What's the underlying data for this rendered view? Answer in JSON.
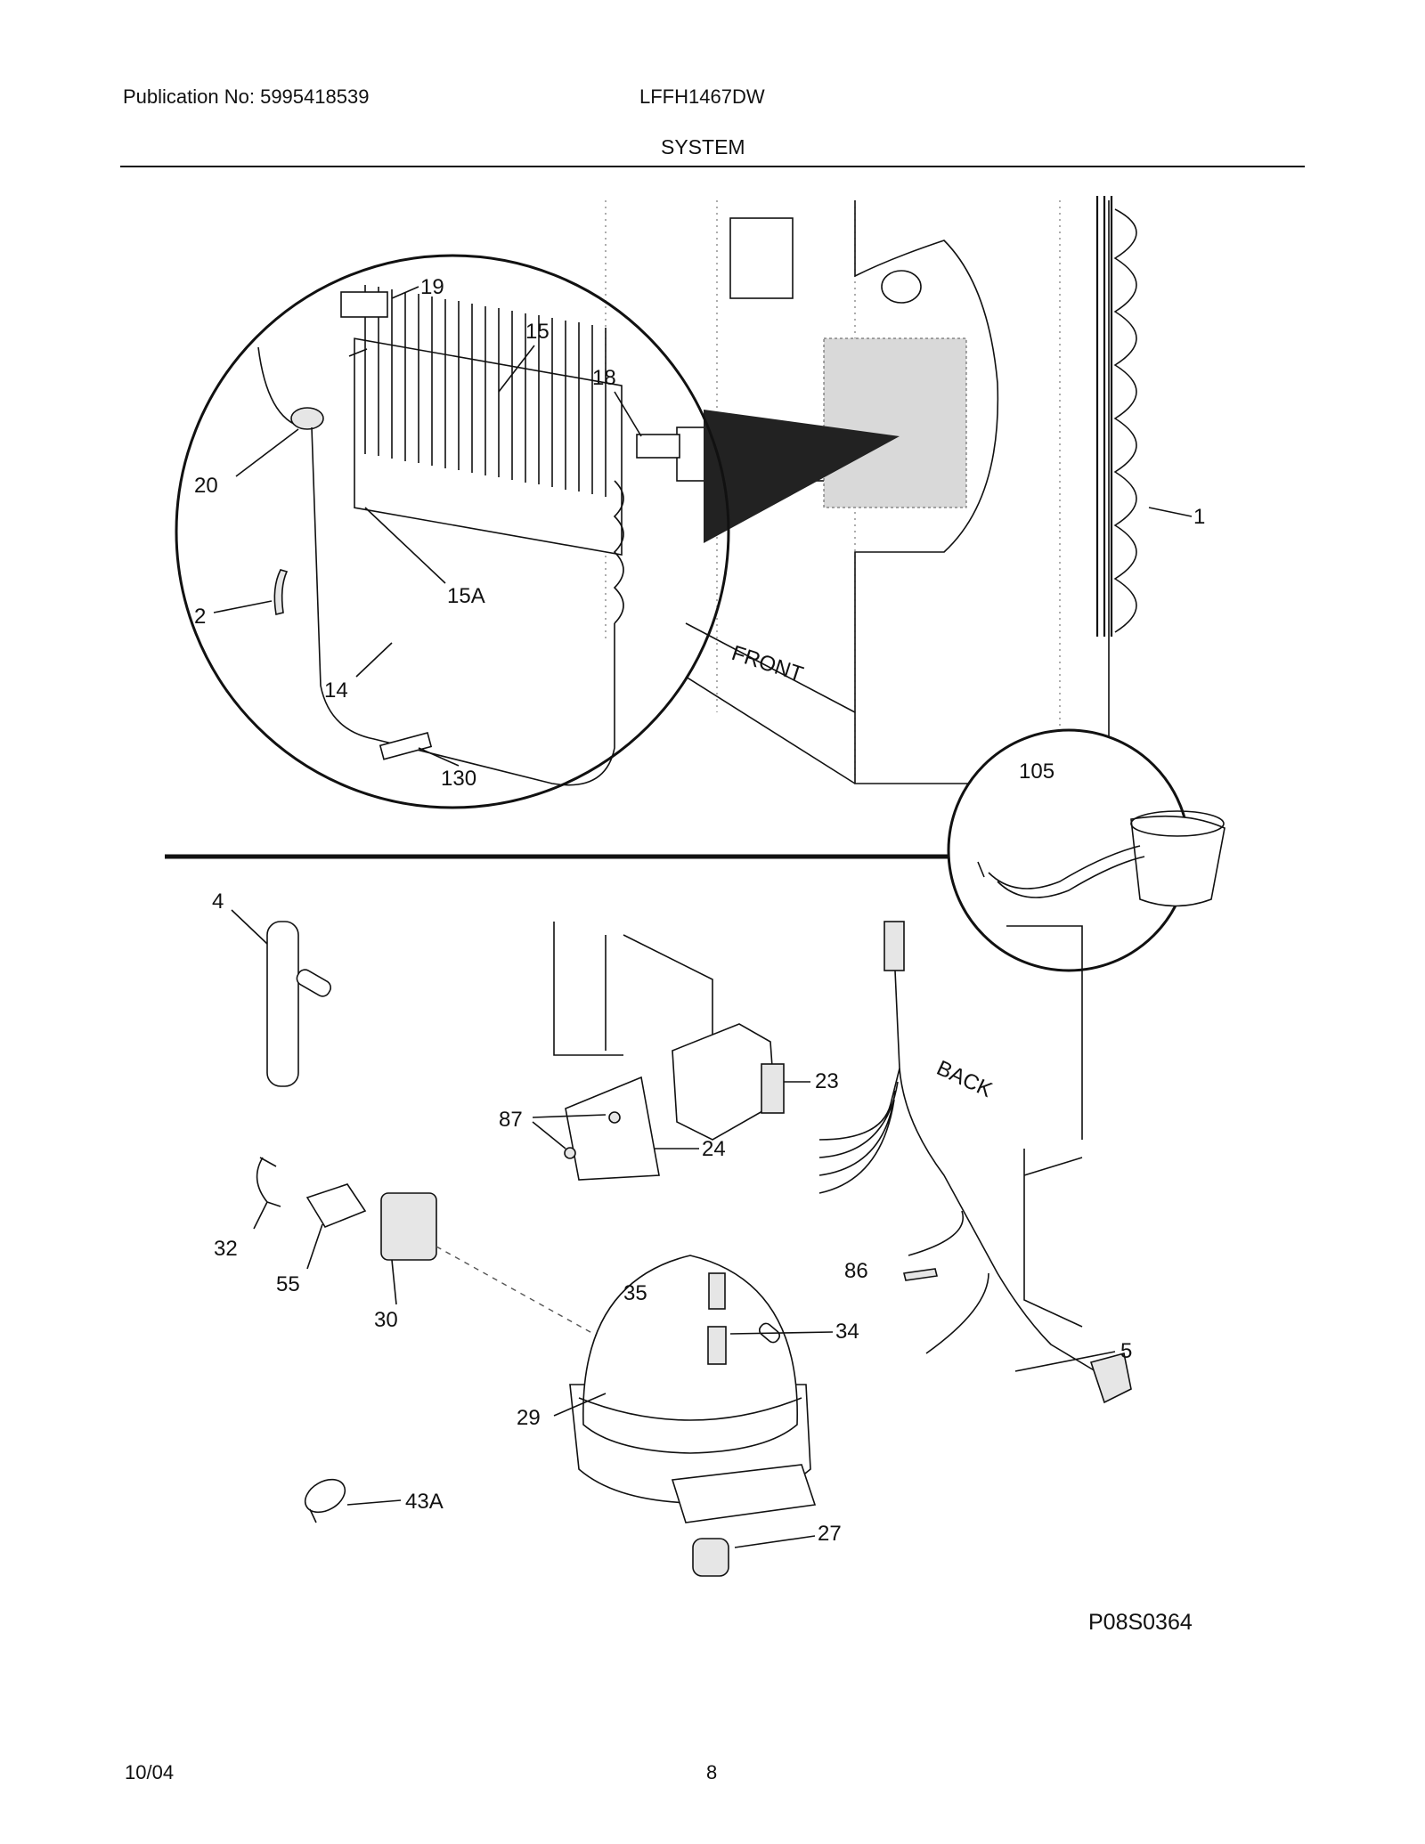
{
  "header": {
    "publication": "Publication No: 5995418539",
    "model": "LFFH1467DW",
    "section": "SYSTEM"
  },
  "callouts": {
    "c1": "1",
    "c2": "2",
    "c4": "4",
    "c5": "5",
    "c14": "14",
    "c15": "15",
    "c15a": "15A",
    "c18": "18",
    "c19": "19",
    "c20": "20",
    "c23": "23",
    "c24": "24",
    "c27": "27",
    "c29": "29",
    "c30": "30",
    "c32": "32",
    "c34": "34",
    "c35": "35",
    "c43a": "43A",
    "c55": "55",
    "c86": "86",
    "c87": "87",
    "c105": "105",
    "c130": "130"
  },
  "labels": {
    "front": "FRONT",
    "back": "BACK"
  },
  "footer": {
    "code": "P08S0364",
    "date": "10/04",
    "page": "8"
  }
}
